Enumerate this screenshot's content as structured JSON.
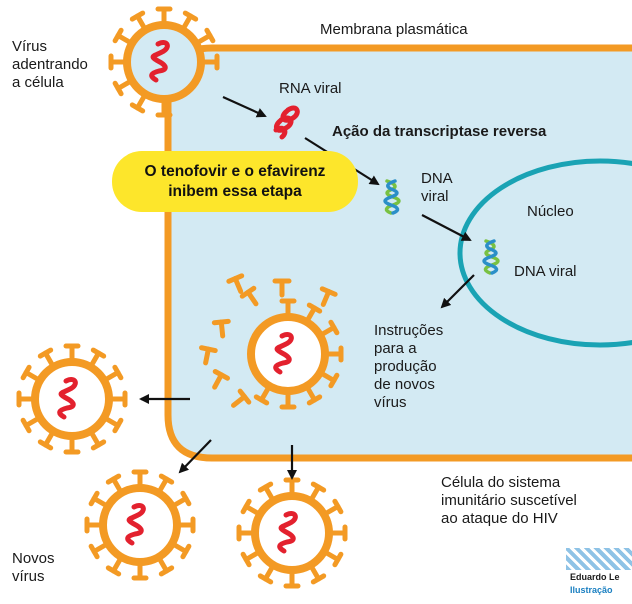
{
  "labels": {
    "virus_entering": [
      "Vírus",
      "adentrando",
      "a célula"
    ],
    "membrane": "Membrana plasmática",
    "rna": "RNA viral",
    "reverse_transcriptase": "Ação da transcriptase reversa",
    "inhibitors": [
      "O tenofovir e o efavirenz",
      "inibem essa etapa"
    ],
    "dna_cytoplasm": [
      "DNA",
      "viral"
    ],
    "nucleus": "Núcleo",
    "dna_nucleus": "DNA viral",
    "instructions": [
      "Instruções",
      "para a",
      "produção",
      "de novos",
      "vírus"
    ],
    "cell": [
      "Célula do sistema",
      "imunitário suscetível",
      "ao ataque do HIV"
    ],
    "new_viruses": [
      "Novos",
      "vírus"
    ]
  },
  "credit": {
    "name": "Eduardo Le",
    "logo": "Ilustração"
  },
  "colors": {
    "cell_fill": "#d3eaf3",
    "membrane": "#f39a24",
    "virus_ring": "#f39a24",
    "virus_inner": "#ffffff",
    "rna": "#e3212e",
    "dna_green": "#79c142",
    "dna_blue": "#2b8fc8",
    "nucleus": "#1aa3b4",
    "callout": "#fde62b",
    "arrow": "#111111"
  }
}
